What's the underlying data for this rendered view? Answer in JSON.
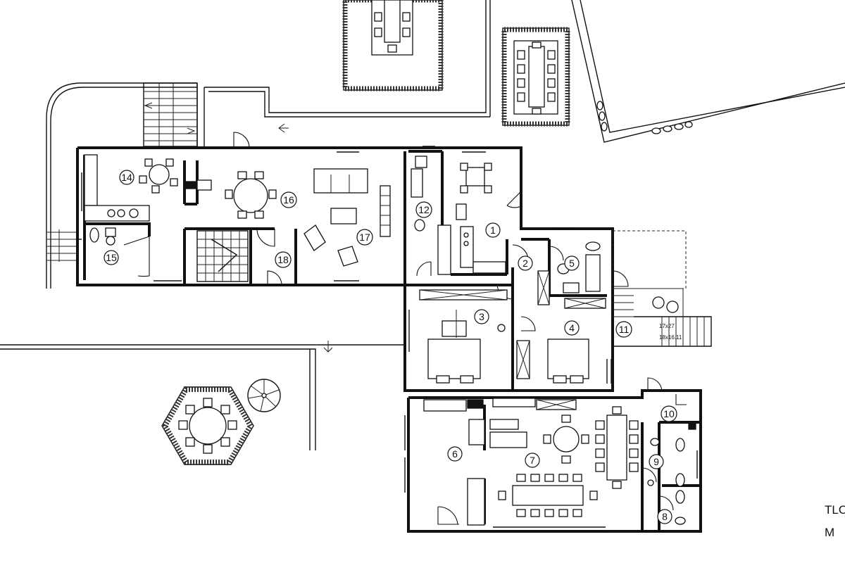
{
  "plan": {
    "rooms": [
      {
        "id": "r1",
        "label": "1"
      },
      {
        "id": "r2",
        "label": "2"
      },
      {
        "id": "r3",
        "label": "3"
      },
      {
        "id": "r4",
        "label": "4"
      },
      {
        "id": "r5",
        "label": "5"
      },
      {
        "id": "r6",
        "label": "6"
      },
      {
        "id": "r7",
        "label": "7"
      },
      {
        "id": "r8",
        "label": "8"
      },
      {
        "id": "r9",
        "label": "9"
      },
      {
        "id": "r10",
        "label": "10"
      },
      {
        "id": "r11",
        "label": "11"
      },
      {
        "id": "r12",
        "label": "12"
      },
      {
        "id": "r14",
        "label": "14"
      },
      {
        "id": "r15",
        "label": "15"
      },
      {
        "id": "r16",
        "label": "16"
      },
      {
        "id": "r17",
        "label": "17"
      },
      {
        "id": "r18",
        "label": "18"
      }
    ],
    "stair_note_1": "17x27",
    "stair_note_2": "18x16.11",
    "edge_text_1": "TLO",
    "edge_text_2": "M"
  }
}
